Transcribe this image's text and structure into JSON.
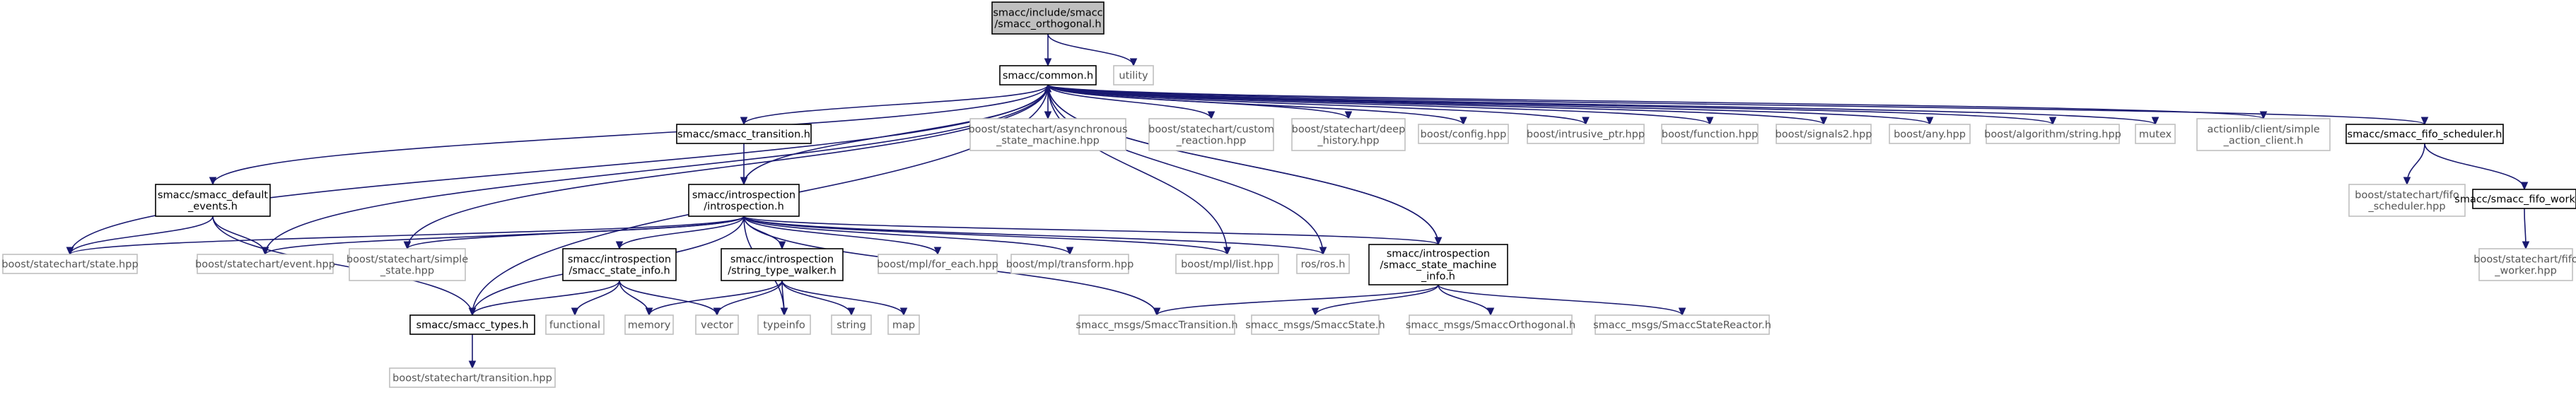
{
  "colors": {
    "edge": "#191970",
    "root_fill": "#bfbfbf",
    "node_border": "#000000",
    "external_border": "#bfbfbf",
    "external_text": "#555555",
    "text": "#000000",
    "background": "#ffffff"
  },
  "nodes": {
    "root": {
      "lines": [
        "smacc/include/smacc",
        "/smacc_orthogonal.h"
      ],
      "kind": "root"
    },
    "utility": {
      "lines": [
        "utility"
      ],
      "kind": "external"
    },
    "common": {
      "lines": [
        "smacc/common.h"
      ],
      "kind": "internal"
    },
    "transition": {
      "lines": [
        "smacc/smacc_transition.h"
      ],
      "kind": "internal"
    },
    "async_sm": {
      "lines": [
        "boost/statechart/asynchronous",
        "_state_machine.hpp"
      ],
      "kind": "external"
    },
    "custom_reaction": {
      "lines": [
        "boost/statechart/custom",
        "_reaction.hpp"
      ],
      "kind": "external"
    },
    "deep_history": {
      "lines": [
        "boost/statechart/deep",
        "_history.hpp"
      ],
      "kind": "external"
    },
    "config": {
      "lines": [
        "boost/config.hpp"
      ],
      "kind": "external"
    },
    "intrusive_ptr": {
      "lines": [
        "boost/intrusive_ptr.hpp"
      ],
      "kind": "external"
    },
    "function": {
      "lines": [
        "boost/function.hpp"
      ],
      "kind": "external"
    },
    "signals2": {
      "lines": [
        "boost/signals2.hpp"
      ],
      "kind": "external"
    },
    "any": {
      "lines": [
        "boost/any.hpp"
      ],
      "kind": "external"
    },
    "algorithm_string": {
      "lines": [
        "boost/algorithm/string.hpp"
      ],
      "kind": "external"
    },
    "mutex": {
      "lines": [
        "mutex"
      ],
      "kind": "external"
    },
    "action_client": {
      "lines": [
        "actionlib/client/simple",
        "_action_client.h"
      ],
      "kind": "external"
    },
    "fifo_scheduler": {
      "lines": [
        "smacc/smacc_fifo_scheduler.h"
      ],
      "kind": "internal"
    },
    "default_events": {
      "lines": [
        "smacc/smacc_default",
        "_events.h"
      ],
      "kind": "internal"
    },
    "introspection": {
      "lines": [
        "smacc/introspection",
        "/introspection.h"
      ],
      "kind": "internal"
    },
    "sc_fifo_scheduler": {
      "lines": [
        "boost/statechart/fifo",
        "_scheduler.hpp"
      ],
      "kind": "external"
    },
    "fifo_worker": {
      "lines": [
        "smacc/smacc_fifo_worker.h"
      ],
      "kind": "internal"
    },
    "sc_fifo_worker": {
      "lines": [
        "boost/statechart/fifo",
        "_worker.hpp"
      ],
      "kind": "external"
    },
    "state_hpp": {
      "lines": [
        "boost/statechart/state.hpp"
      ],
      "kind": "external"
    },
    "event_hpp": {
      "lines": [
        "boost/statechart/event.hpp"
      ],
      "kind": "external"
    },
    "simple_state": {
      "lines": [
        "boost/statechart/simple",
        "_state.hpp"
      ],
      "kind": "external"
    },
    "state_info": {
      "lines": [
        "smacc/introspection",
        "/smacc_state_info.h"
      ],
      "kind": "internal"
    },
    "type_walker": {
      "lines": [
        "smacc/introspection",
        "/string_type_walker.h"
      ],
      "kind": "internal"
    },
    "for_each": {
      "lines": [
        "boost/mpl/for_each.hpp"
      ],
      "kind": "external"
    },
    "mpl_transform": {
      "lines": [
        "boost/mpl/transform.hpp"
      ],
      "kind": "external"
    },
    "mpl_list": {
      "lines": [
        "boost/mpl/list.hpp"
      ],
      "kind": "external"
    },
    "ros": {
      "lines": [
        "ros/ros.h"
      ],
      "kind": "external"
    },
    "sm_info": {
      "lines": [
        "smacc/introspection",
        "/smacc_state_machine",
        "_info.h"
      ],
      "kind": "internal"
    },
    "functional": {
      "lines": [
        "functional"
      ],
      "kind": "external"
    },
    "memory": {
      "lines": [
        "memory"
      ],
      "kind": "external"
    },
    "vector": {
      "lines": [
        "vector"
      ],
      "kind": "external"
    },
    "typeinfo": {
      "lines": [
        "typeinfo"
      ],
      "kind": "external"
    },
    "string": {
      "lines": [
        "string"
      ],
      "kind": "external"
    },
    "map": {
      "lines": [
        "map"
      ],
      "kind": "external"
    },
    "smacc_types": {
      "lines": [
        "smacc/smacc_types.h"
      ],
      "kind": "internal"
    },
    "msg_transition": {
      "lines": [
        "smacc_msgs/SmaccTransition.h"
      ],
      "kind": "external"
    },
    "msg_state": {
      "lines": [
        "smacc_msgs/SmaccState.h"
      ],
      "kind": "external"
    },
    "msg_orthogonal": {
      "lines": [
        "smacc_msgs/SmaccOrthogonal.h"
      ],
      "kind": "external"
    },
    "msg_state_reactor": {
      "lines": [
        "smacc_msgs/SmaccStateReactor.h"
      ],
      "kind": "external"
    },
    "sc_transition": {
      "lines": [
        "boost/statechart/transition.hpp"
      ],
      "kind": "external"
    }
  },
  "edges": [
    [
      "root",
      "common"
    ],
    [
      "root",
      "utility"
    ],
    [
      "common",
      "transition"
    ],
    [
      "common",
      "async_sm"
    ],
    [
      "common",
      "custom_reaction"
    ],
    [
      "common",
      "deep_history"
    ],
    [
      "common",
      "config"
    ],
    [
      "common",
      "intrusive_ptr"
    ],
    [
      "common",
      "function"
    ],
    [
      "common",
      "signals2"
    ],
    [
      "common",
      "any"
    ],
    [
      "common",
      "algorithm_string"
    ],
    [
      "common",
      "mutex"
    ],
    [
      "common",
      "action_client"
    ],
    [
      "common",
      "fifo_scheduler"
    ],
    [
      "common",
      "default_events"
    ],
    [
      "common",
      "introspection"
    ],
    [
      "common",
      "state_hpp"
    ],
    [
      "common",
      "event_hpp"
    ],
    [
      "common",
      "simple_state"
    ],
    [
      "common",
      "smacc_types"
    ],
    [
      "common",
      "mpl_list"
    ],
    [
      "common",
      "ros"
    ],
    [
      "common",
      "sm_info"
    ],
    [
      "transition",
      "introspection"
    ],
    [
      "fifo_scheduler",
      "sc_fifo_scheduler"
    ],
    [
      "fifo_scheduler",
      "fifo_worker"
    ],
    [
      "fifo_worker",
      "sc_fifo_worker"
    ],
    [
      "default_events",
      "state_hpp"
    ],
    [
      "default_events",
      "event_hpp"
    ],
    [
      "default_events",
      "smacc_types"
    ],
    [
      "introspection",
      "state_hpp"
    ],
    [
      "introspection",
      "event_hpp"
    ],
    [
      "introspection",
      "simple_state"
    ],
    [
      "introspection",
      "state_info"
    ],
    [
      "introspection",
      "type_walker"
    ],
    [
      "introspection",
      "for_each"
    ],
    [
      "introspection",
      "mpl_transform"
    ],
    [
      "introspection",
      "mpl_list"
    ],
    [
      "introspection",
      "ros"
    ],
    [
      "introspection",
      "sm_info"
    ],
    [
      "introspection",
      "smacc_types"
    ],
    [
      "introspection",
      "typeinfo"
    ],
    [
      "introspection",
      "msg_transition"
    ],
    [
      "state_info",
      "functional"
    ],
    [
      "state_info",
      "memory"
    ],
    [
      "state_info",
      "vector"
    ],
    [
      "state_info",
      "smacc_types"
    ],
    [
      "type_walker",
      "memory"
    ],
    [
      "type_walker",
      "vector"
    ],
    [
      "type_walker",
      "typeinfo"
    ],
    [
      "type_walker",
      "string"
    ],
    [
      "type_walker",
      "map"
    ],
    [
      "sm_info",
      "common"
    ],
    [
      "sm_info",
      "msg_transition"
    ],
    [
      "sm_info",
      "msg_state"
    ],
    [
      "sm_info",
      "msg_orthogonal"
    ],
    [
      "sm_info",
      "msg_state_reactor"
    ],
    [
      "smacc_types",
      "sc_transition"
    ]
  ]
}
